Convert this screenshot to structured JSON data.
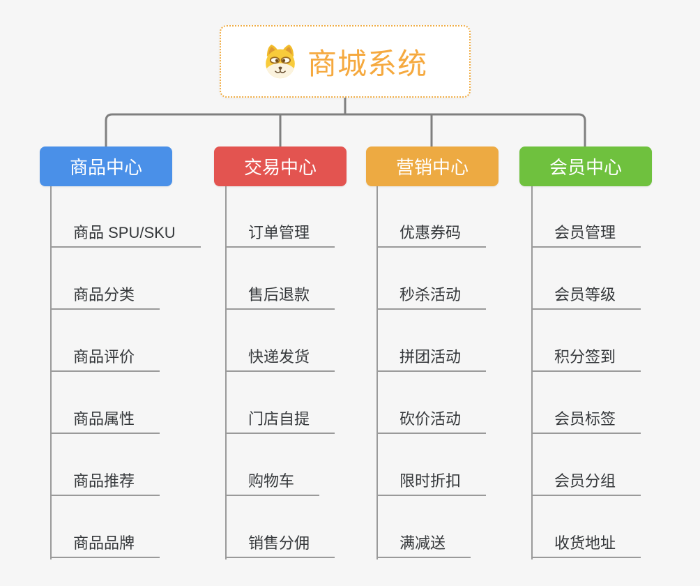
{
  "root": {
    "title": "商城系统",
    "icon": "dog-face-icon",
    "accent_color": "#F5A93F",
    "border_color": "#F0AD45"
  },
  "branches": [
    {
      "label": "商品中心",
      "color": "#4A90E8",
      "items": [
        "商品 SPU/SKU",
        "商品分类",
        "商品评价",
        "商品属性",
        "商品推荐",
        "商品品牌"
      ]
    },
    {
      "label": "交易中心",
      "color": "#E35450",
      "items": [
        "订单管理",
        "售后退款",
        "快递发货",
        "门店自提",
        "购物车",
        "销售分佣"
      ]
    },
    {
      "label": "营销中心",
      "color": "#EDAA42",
      "items": [
        "优惠券码",
        "秒杀活动",
        "拼团活动",
        "砍价活动",
        "限时折扣",
        "满减送"
      ]
    },
    {
      "label": "会员中心",
      "color": "#6FC13E",
      "items": [
        "会员管理",
        "会员等级",
        "积分签到",
        "会员标签",
        "会员分组",
        "收货地址"
      ]
    }
  ],
  "style": {
    "connector_color": "#7F7F7F",
    "leaf_line_color": "#9A9A9A",
    "background": "#F6F6F6",
    "leaf_text_color": "#35383B"
  }
}
